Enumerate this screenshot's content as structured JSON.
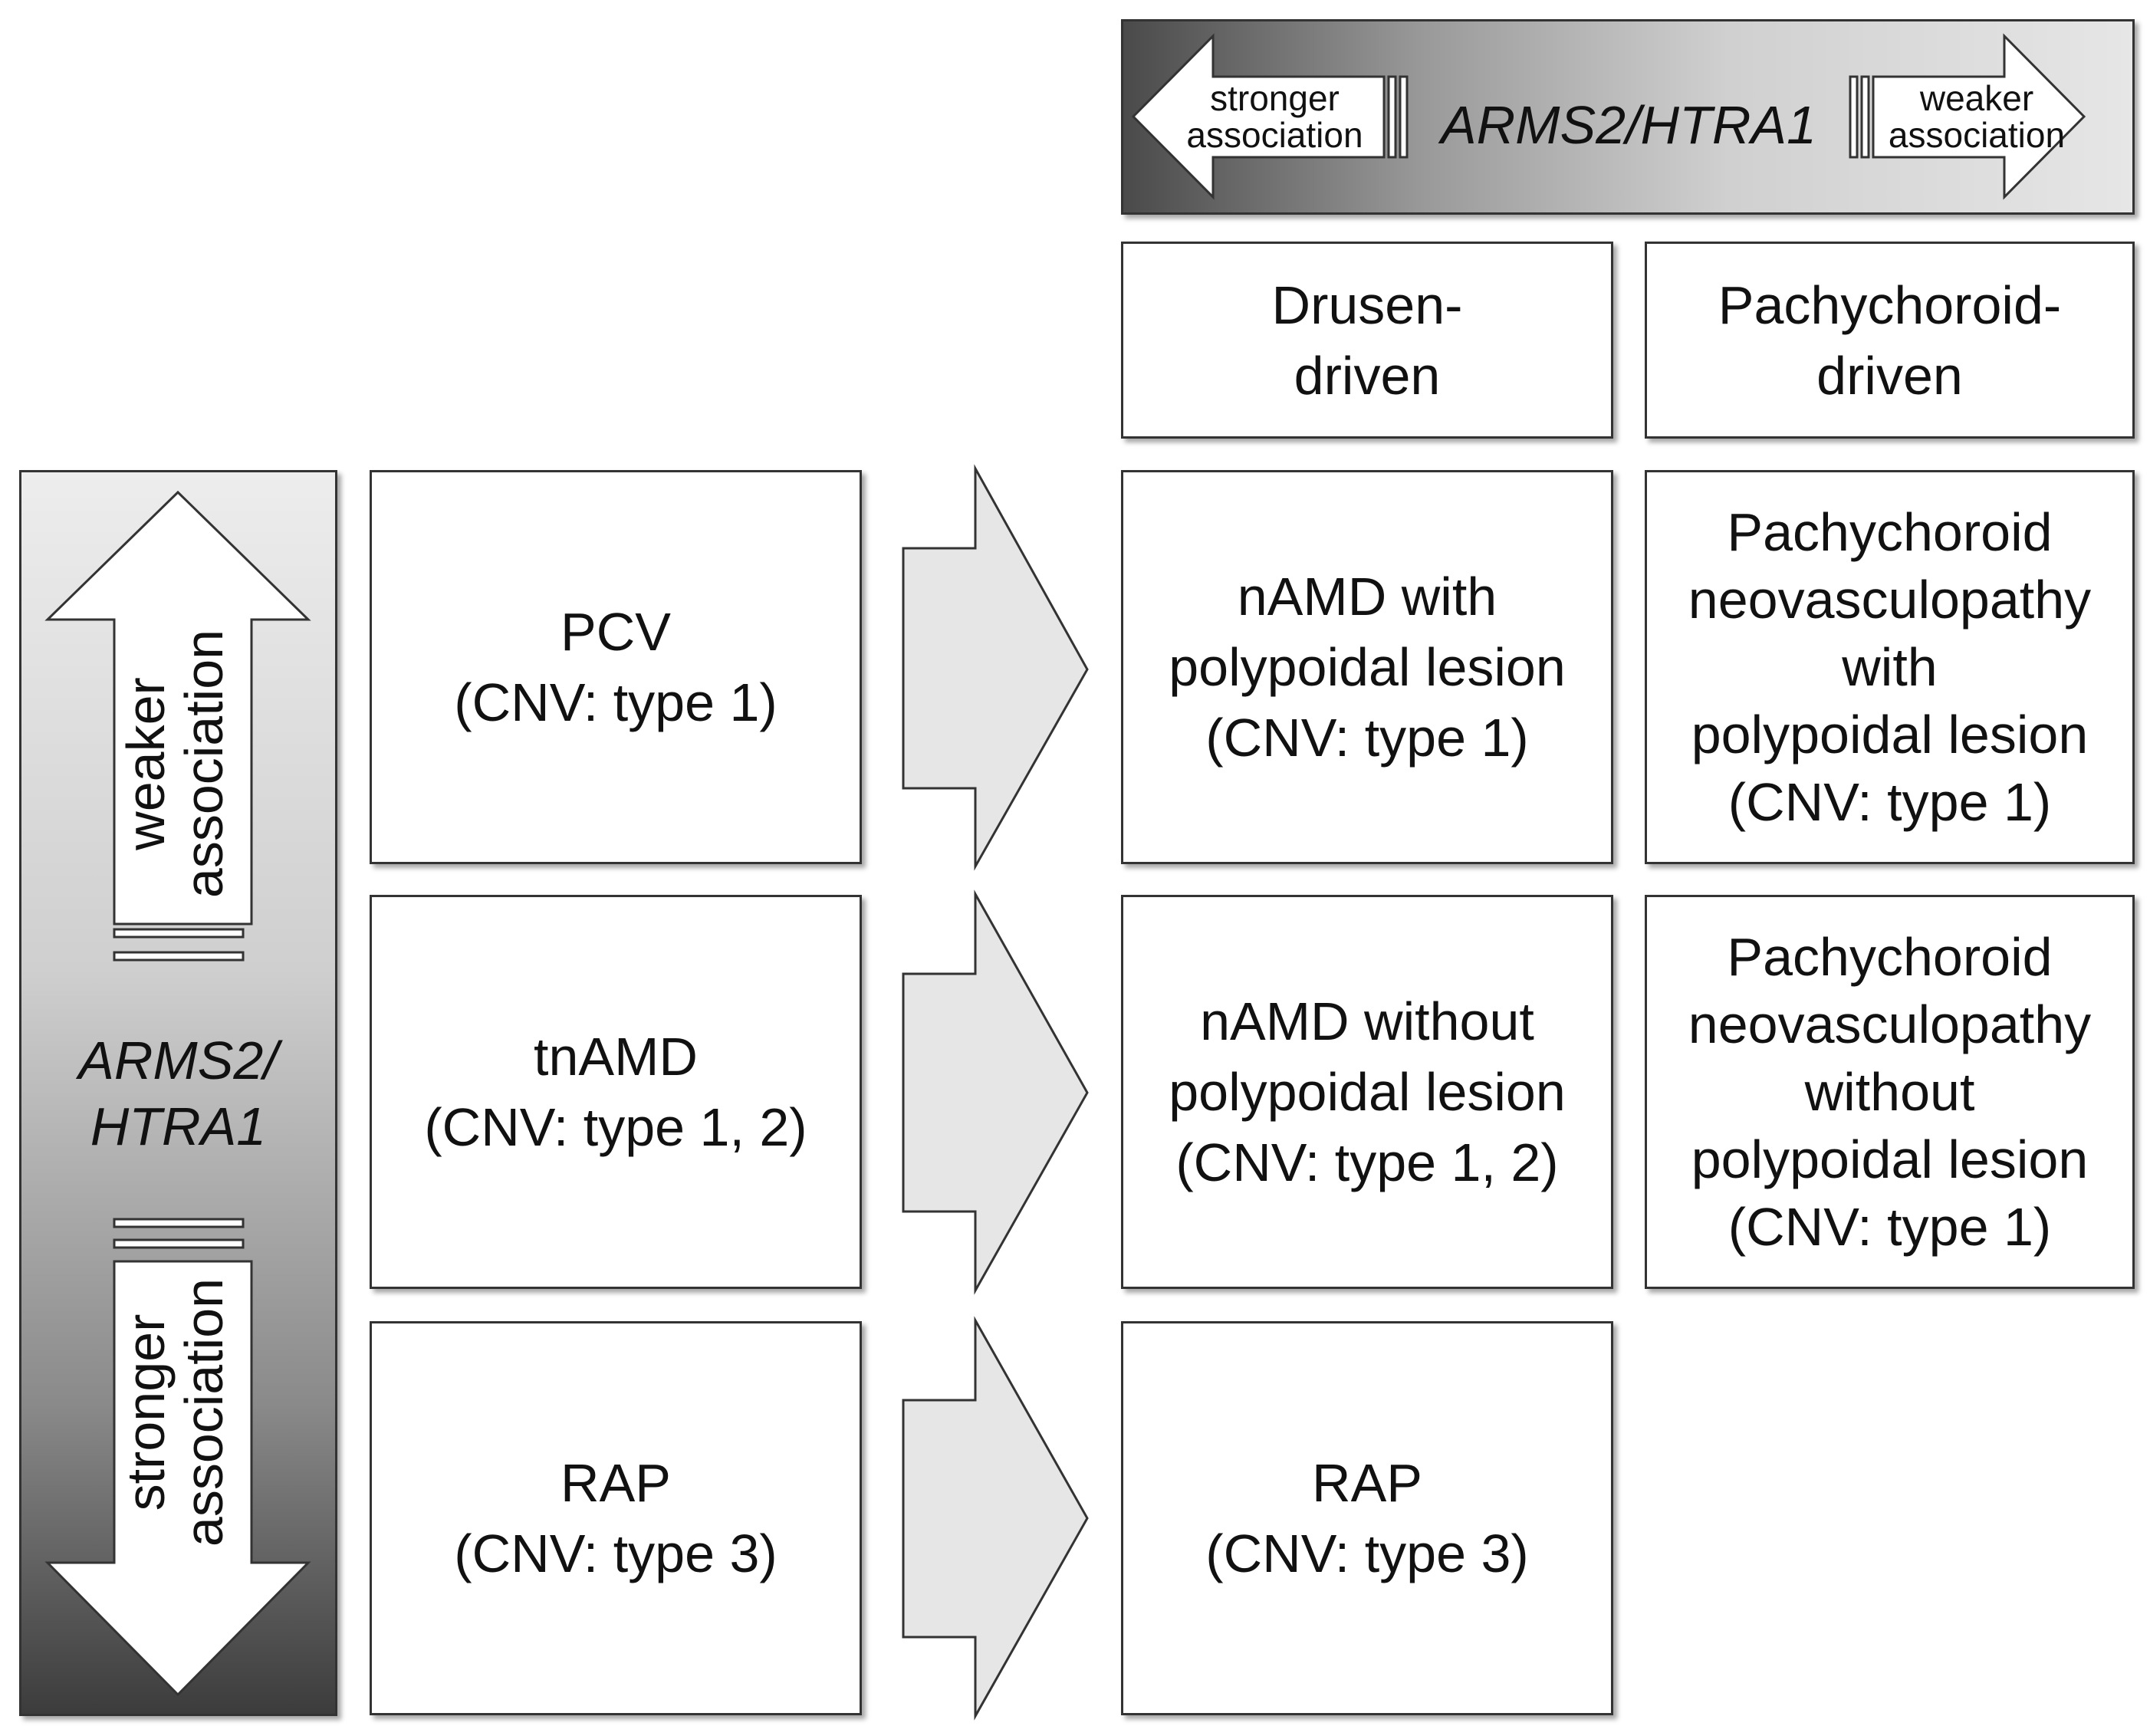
{
  "top_scale": {
    "stronger_label_line1": "stronger",
    "stronger_label_line2": "association",
    "gene": "ARMS2/HTRA1",
    "weaker_label_line1": "weaker",
    "weaker_label_line2": "association"
  },
  "left_scale": {
    "weaker_label_line1": "weaker",
    "weaker_label_line2": "association",
    "gene_line1": "ARMS2/",
    "gene_line2": "HTRA1",
    "stronger_label_line1": "stronger",
    "stronger_label_line2": "association"
  },
  "column_headers": [
    {
      "line1": "Drusen-",
      "line2": "driven"
    },
    {
      "line1": "Pachychoroid-",
      "line2": "driven"
    }
  ],
  "old_classes": [
    {
      "line1": "PCV",
      "line2": "(CNV: type 1)"
    },
    {
      "line1": "tnAMD",
      "line2": "(CNV: type 1, 2)"
    },
    {
      "line1": "RAP",
      "line2": "(CNV: type 3)"
    }
  ],
  "drusen_driven": [
    {
      "line1": "nAMD with",
      "line2": "polypoidal lesion",
      "line3": "(CNV: type 1)"
    },
    {
      "line1": "nAMD without",
      "line2": "polypoidal lesion",
      "line3": "(CNV: type 1, 2)"
    },
    {
      "line1": "RAP",
      "line2": "(CNV: type 3)"
    }
  ],
  "pachychoroid_driven": [
    {
      "line1": "Pachychoroid",
      "line2": "neovasculopathy",
      "line3": "with",
      "line4": "polypoidal lesion",
      "line5": "(CNV: type 1)"
    },
    {
      "line1": "Pachychoroid",
      "line2": "neovasculopathy",
      "line3": "without",
      "line4": "polypoidal lesion",
      "line5": "(CNV: type 1)"
    }
  ],
  "colors": {
    "border": "#333333",
    "arrow_fill": "#e6e6e6",
    "gradient_dark": "#3c3c3c",
    "gradient_light": "#ededed"
  }
}
